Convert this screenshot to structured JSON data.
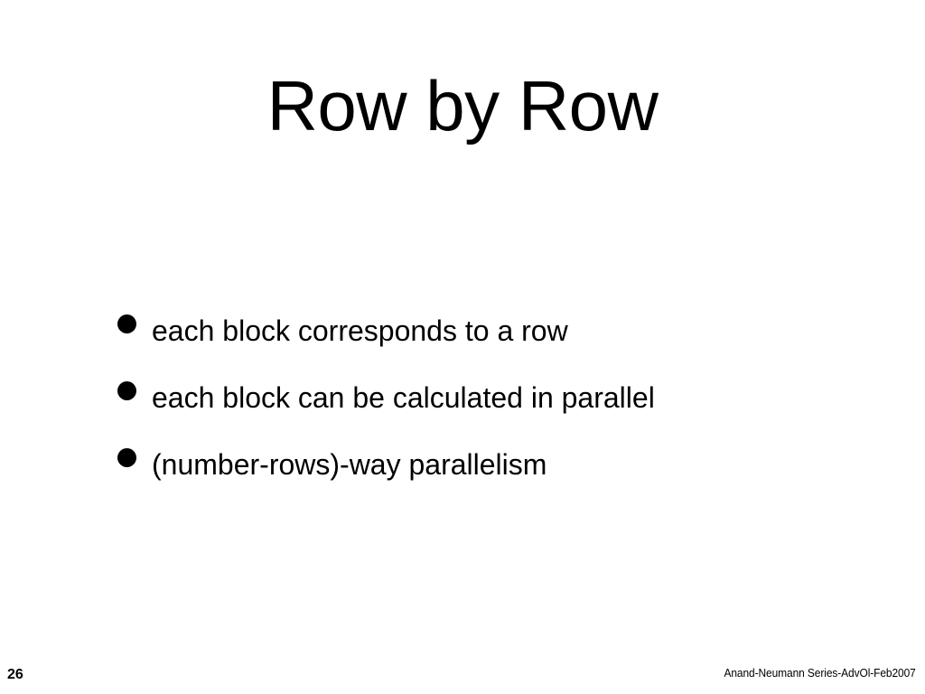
{
  "slide": {
    "title": "Row by Row",
    "background_color": "#ffffff",
    "text_color": "#000000",
    "bullets": [
      {
        "marker": "filled-circle-bullet",
        "text": "each block corresponds to a row"
      },
      {
        "marker": "filled-circle-bullet",
        "text": "each block can be calculated in parallel"
      },
      {
        "marker": "filled-circle-bullet",
        "text": "(number-rows)-way parallelism"
      }
    ],
    "footer": {
      "page_number": "26",
      "credit": "Anand-Neumann Series-AdvOl-Feb2007"
    }
  }
}
